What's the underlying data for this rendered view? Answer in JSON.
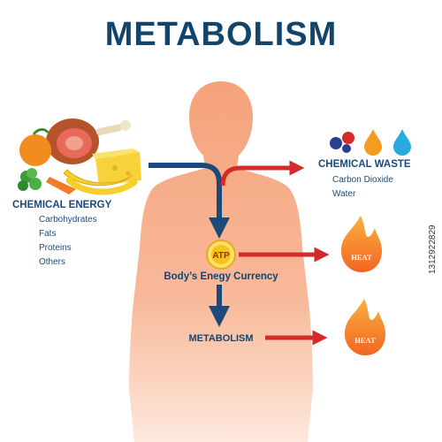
{
  "title": "METABOLISM",
  "input": {
    "heading": "CHEMICAL ENERGY",
    "items": [
      "Carbohydrates",
      "Fats",
      "Proteins",
      "Others"
    ]
  },
  "waste": {
    "heading": "CHEMICAL WASTE",
    "items": [
      "Carbon Dioxide",
      "Water"
    ]
  },
  "atp": {
    "badge": "ATP",
    "caption": "Body’s Enegy Currency"
  },
  "outcome": "METABOLISM",
  "heat": [
    "HEAT",
    "HEAT"
  ],
  "stock_id": "1312922829",
  "colors": {
    "title": "#12456e",
    "arrow_blue": "#1b4a7a",
    "arrow_red": "#d42a2a",
    "body": "#f5a27a",
    "flame": "#f7941d",
    "atp_badge": "#f5c31c"
  }
}
